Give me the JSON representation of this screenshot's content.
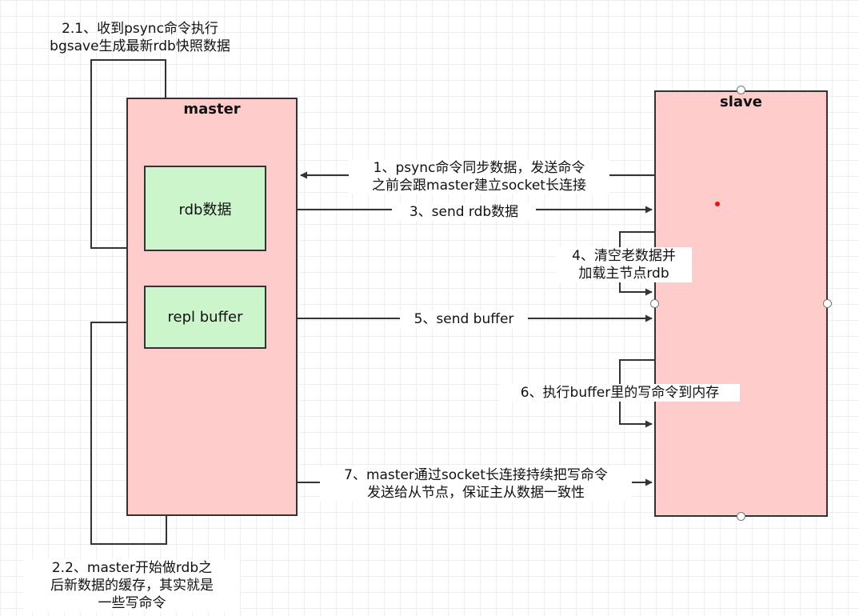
{
  "nodes": {
    "master": "master",
    "slave": "slave",
    "rdb": "rdb数据",
    "repl_buffer": "repl buffer"
  },
  "labels": {
    "l21": [
      "2.1、收到psync命令执行",
      "bgsave生成最新rdb快照数据"
    ],
    "l1": [
      "1、psync命令同步数据，发送命令",
      "之前会跟master建立socket长连接"
    ],
    "l3": "3、send rdb数据",
    "l4": [
      "4、清空老数据并",
      "加载主节点rdb"
    ],
    "l5": "5、send buffer",
    "l6": "6、执行buffer里的写命令到内存",
    "l7": [
      "7、master通过socket长连接持续把写命令",
      "发送给从节点，保证主从数据一致性"
    ],
    "l22": [
      "2.2、master开始做rdb之",
      "后新数据的缓存，其实就是",
      "一些写命令"
    ]
  },
  "colors": {
    "container_fill": "#ffcccc",
    "inner_fill": "#ccf5cc",
    "stroke": "#333333"
  }
}
